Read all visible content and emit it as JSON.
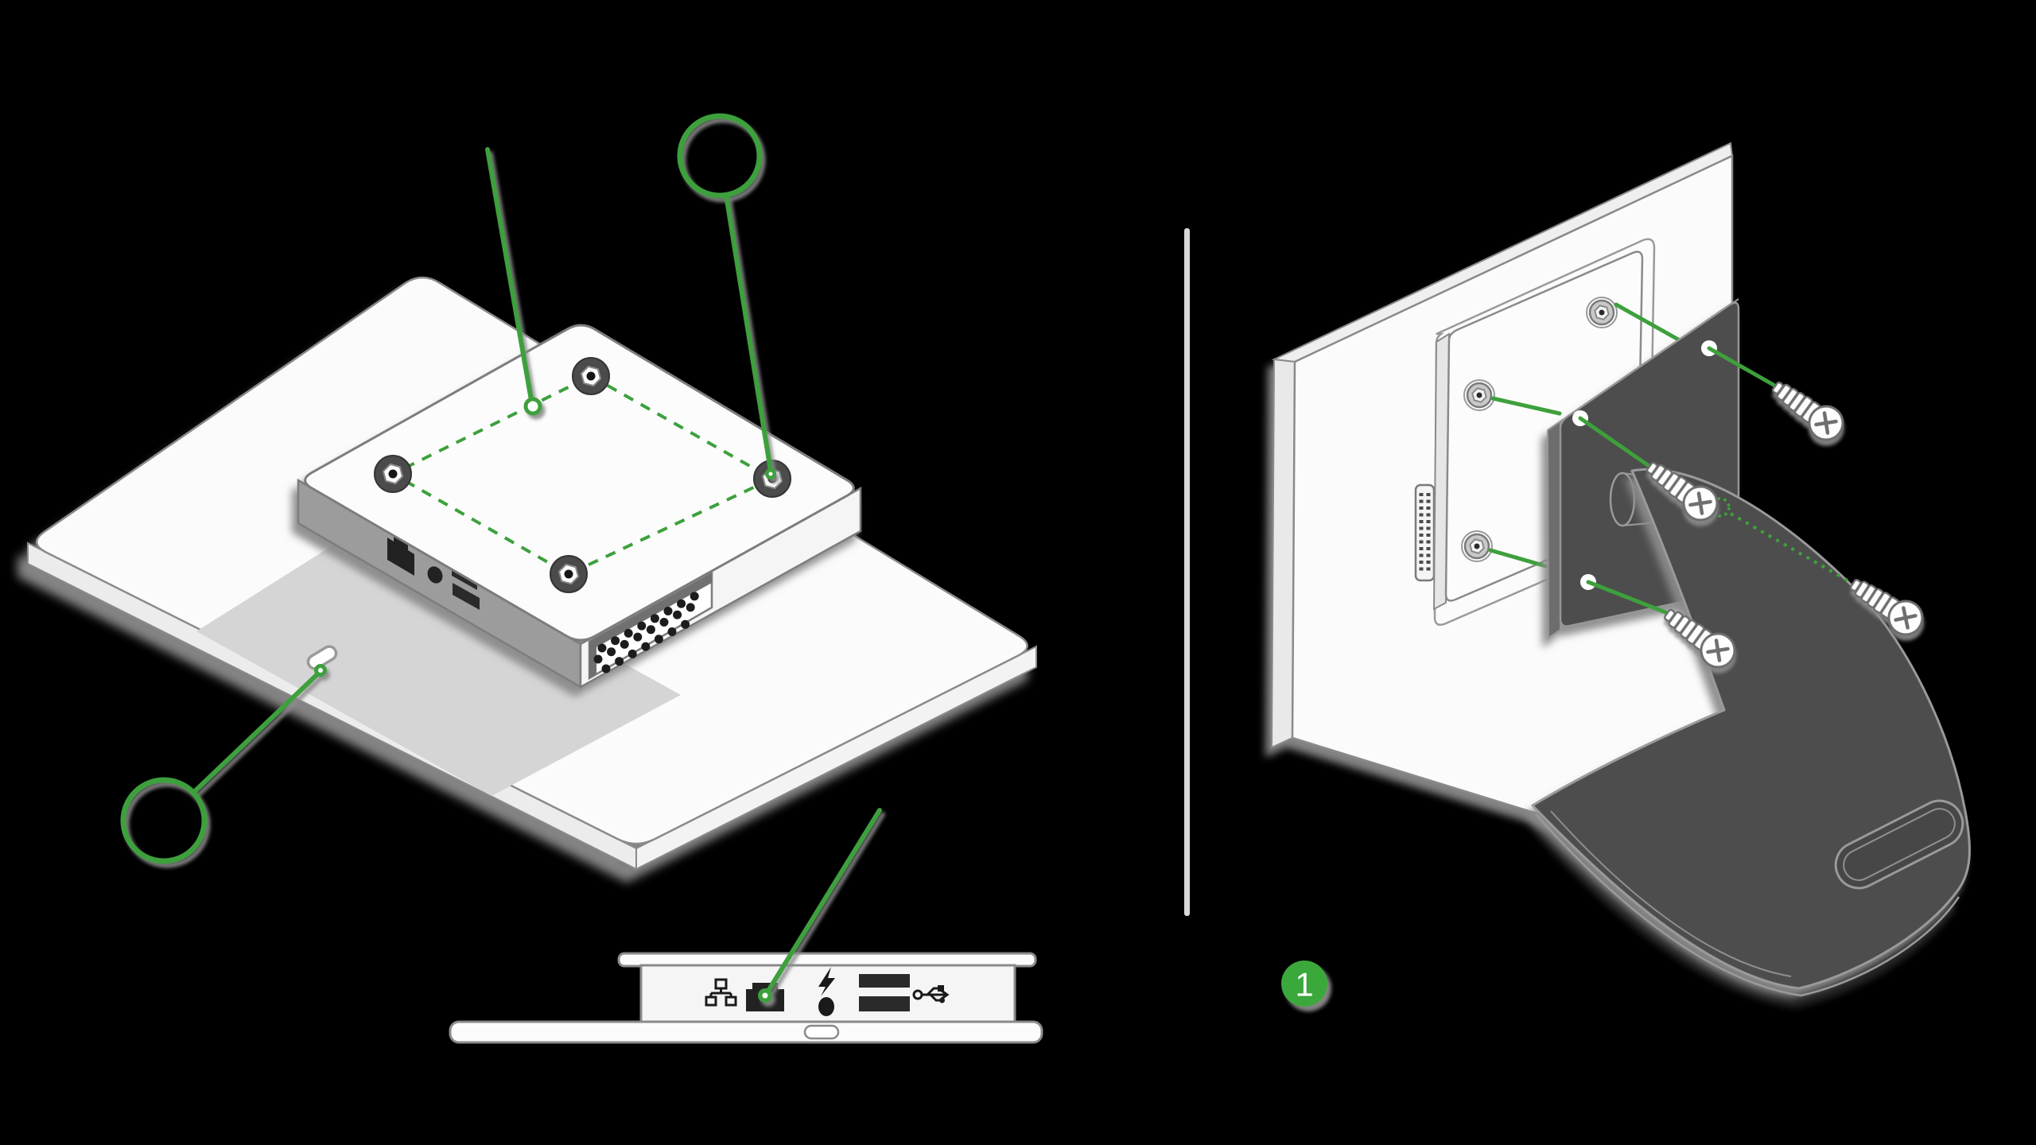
{
  "page": {
    "kind": "hardware-mounting-instruction-diagram",
    "background_color": "#000000"
  },
  "theme": {
    "colors": {
      "green": "#3EA03C",
      "badge-green": "#3BA83B",
      "outline": "#7D7D7D",
      "outline-light": "#9A9A9A",
      "panel-white": "#FBFBFB",
      "panel-bevel": "#EDEDED",
      "recess-gray": "#D5D5D5",
      "device-side-gray": "#9C9C9C",
      "dark-gray": "#4D4D4D",
      "dark-bevel": "#6D6D6D",
      "port-black": "#222222",
      "shadow-gray": "#8A8A8A",
      "divider-gray": "#D8D8D8"
    }
  },
  "badge": {
    "label": "1"
  },
  "diagram": {
    "left_view": {
      "name": "isometric-back-view",
      "elements": [
        "display-back-panel",
        "mount-recess",
        "compute-module",
        "vesa-dashed-pattern",
        "screw-post",
        "vent-grille",
        "ethernet-port",
        "power-port",
        "usb-ports",
        "callout-circle-top-right",
        "callout-circle-bottom-left",
        "edge-port-slot"
      ]
    },
    "bottom_view": {
      "name": "side-port-view",
      "icons": [
        "lan-icon",
        "lightning-icon",
        "usb-icon"
      ],
      "ports": [
        "ethernet",
        "power",
        "usb",
        "usb"
      ]
    },
    "right_view": {
      "name": "exploded-stand-mount-view",
      "elements": [
        "display-back-panel",
        "mount-plate",
        "mount-nuts",
        "pin-connector",
        "vesa-adapter-plate",
        "plate-holes",
        "hinge-cylinder",
        "stand",
        "stand-slot",
        "phillips-screws",
        "hidden-screw-dotted-guide"
      ],
      "screw_count": 4
    },
    "divider": {
      "name": "vertical-divider"
    }
  }
}
